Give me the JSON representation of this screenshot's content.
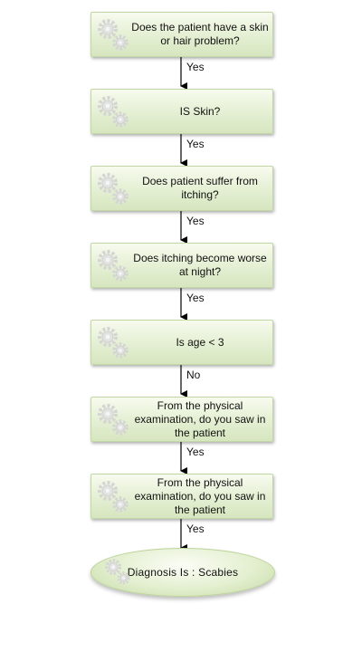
{
  "nodes": [
    {
      "text": "Does the patient have a skin or hair problem?"
    },
    {
      "text": "IS Skin?"
    },
    {
      "text": "Does patient suffer from itching?"
    },
    {
      "text": "Does itching become worse at night?"
    },
    {
      "text": "Is age < 3"
    },
    {
      "text": "From the physical examination, do you saw in the patient"
    },
    {
      "text": "From the physical examination, do you saw in the patient"
    }
  ],
  "edges": [
    "Yes",
    "Yes",
    "Yes",
    "Yes",
    "No",
    "Yes",
    "Yes"
  ],
  "result": {
    "text": "Diagnosis Is : Scabies"
  },
  "colors": {
    "box_fill": "#e7f1d7",
    "box_border": "#c2d7a6",
    "gear": "#d9d9d9",
    "arrow": "#000000"
  }
}
